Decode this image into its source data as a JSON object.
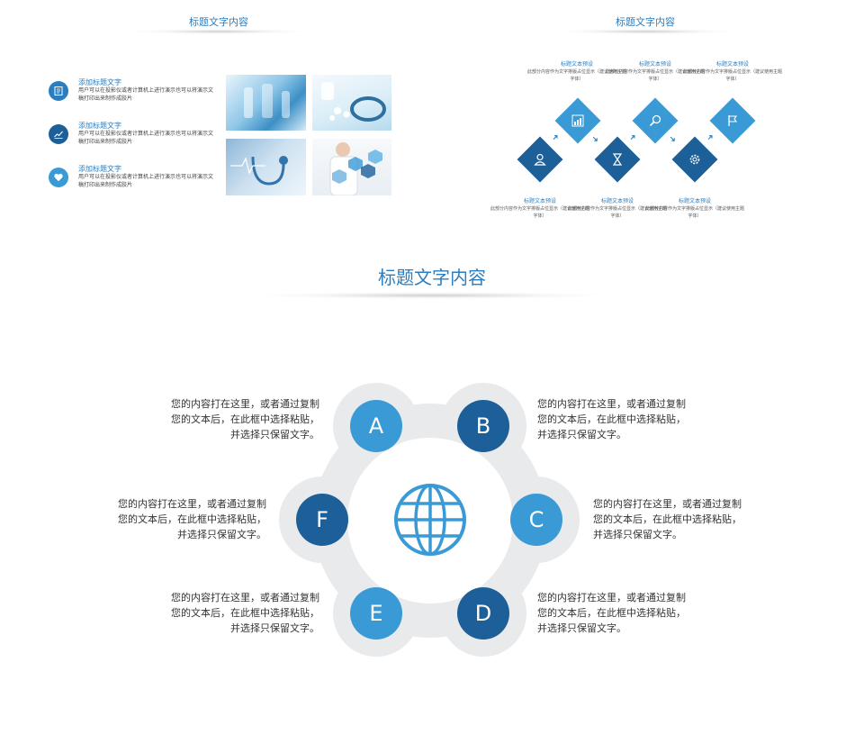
{
  "slide1": {
    "title": "标题文字内容",
    "items": [
      {
        "title": "添加标题文字",
        "desc": "用户可以在投影仪或者计算机上进行演示也可以将演示文稿打印出来制作成胶片",
        "icon": "document-icon",
        "color": "#2a7ec0"
      },
      {
        "title": "添加标题文字",
        "desc": "用户可以在投影仪或者计算机上进行演示也可以将演示文稿打印出来制作成胶片",
        "icon": "chart-line-icon",
        "color": "#1d5f98"
      },
      {
        "title": "添加标题文字",
        "desc": "用户可以在投影仪或者计算机上进行演示也可以将演示文稿打印出来制作成胶片",
        "icon": "heart-icon",
        "color": "#3a9ad6"
      }
    ]
  },
  "slide2": {
    "title": "标题文字内容",
    "top_labels": [
      {
        "title": "标题文本预设",
        "desc": "此部分内容作为文字排版占位显示（建议使用主题字体）"
      },
      {
        "title": "标题文本预设",
        "desc": "此部分内容作为文字排版占位显示（建议使用主题字体）"
      },
      {
        "title": "标题文本预设",
        "desc": "此部分内容作为文字排版占位显示（建议使用主题字体）"
      }
    ],
    "bottom_labels": [
      {
        "title": "标题文本预设",
        "desc": "此部分内容作为文字排版占位显示（建议使用主题字体）"
      },
      {
        "title": "标题文本预设",
        "desc": "此部分内容作为文字排版占位显示（建议使用主题字体）"
      },
      {
        "title": "标题文本预设",
        "desc": "此部分内容作为文字排版占位显示（建议使用主题字体）"
      }
    ],
    "colors": {
      "light": "#3a9ad6",
      "dark": "#1d5f98"
    }
  },
  "slide3": {
    "title": "标题文字内容",
    "center_icon": "globe-icon",
    "nodes": [
      {
        "letter": "A",
        "color": "#3a9ad6"
      },
      {
        "letter": "B",
        "color": "#1d5f98"
      },
      {
        "letter": "C",
        "color": "#3a9ad6"
      },
      {
        "letter": "D",
        "color": "#1d5f98"
      },
      {
        "letter": "E",
        "color": "#3a9ad6"
      },
      {
        "letter": "F",
        "color": "#1d5f98"
      }
    ],
    "texts": {
      "a": "您的内容打在这里，或者通过复制您的文本后，在此框中选择粘贴，并选择只保留文字。",
      "b": "您的内容打在这里，或者通过复制您的文本后，在此框中选择粘贴，并选择只保留文字。",
      "c": "您的内容打在这里，或者通过复制您的文本后，在此框中选择粘贴，并选择只保留文字。",
      "d": "您的内容打在这里，或者通过复制您的文本后，在此框中选择粘贴，并选择只保留文字。",
      "e": "您的内容打在这里，或者通过复制您的文本后，在此框中选择粘贴，并选择只保留文字。",
      "f": "您的内容打在这里，或者通过复制您的文本后，在此框中选择粘贴，并选择只保留文字。"
    }
  }
}
